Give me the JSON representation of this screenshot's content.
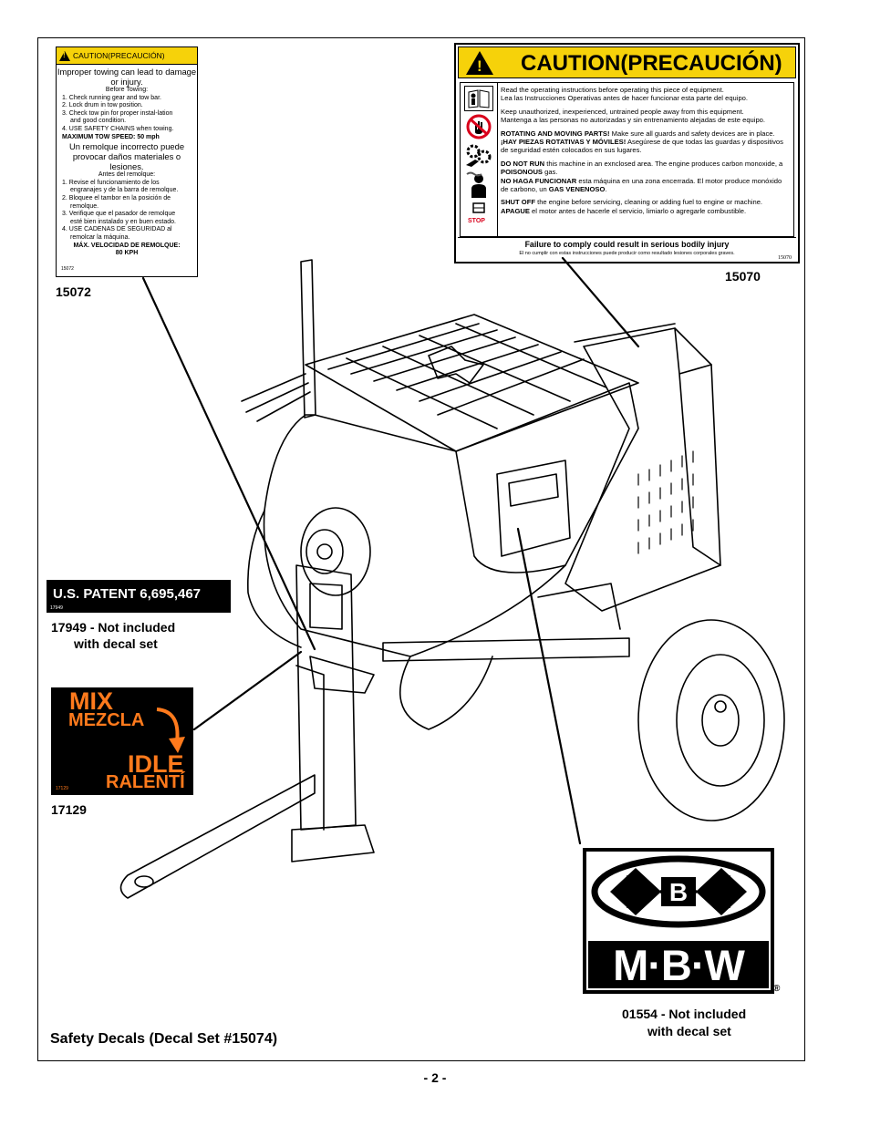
{
  "decal_15072": {
    "header": "CAUTION(PRECAUCIÓN)",
    "en_title": "Improper towing can lead to damage or injury.",
    "en_before": "Before Towing:",
    "en_items": [
      "1. Check running gear and tow bar.",
      "2. Lock drum in tow position.",
      "3. Check tow pin for proper instal-lation",
      "and good condition.",
      "4. USE SAFETY CHAINS when towing."
    ],
    "en_max": "MAXIMUM TOW SPEED: 50 mph",
    "es_title": "Un remolque incorrecto puede provocar daños materiales o lesiones.",
    "es_before": "Antes del remolque:",
    "es_items": [
      "1. Revise el funcionamiento de los",
      "engranajes y de la barra de remolque.",
      "2. Bloquee el tambor en la posición de",
      "remolque.",
      "3. Verifique que el pasador de remolque",
      "esté bien instalado y en buen estado.",
      "4. USE CADENAS DE SEGURIDAD al",
      "remolcar la máquina."
    ],
    "es_max": "MÁX. VELOCIDAD DE REMOLQUE:",
    "es_speed": "80 KPH",
    "number": "15072"
  },
  "label_15072": "15072",
  "decal_15070": {
    "header": "CAUTION(PRECAUCIÓN)",
    "p1_en": "Read the operating instructions before operating this piece of equipment.",
    "p1_es": "Lea las Instrucciones Operativas antes de hacer funcionar esta parte del equipo.",
    "p2_en": "Keep unauthorized, inexperienced, untrained people away from this equipment.",
    "p2_es": "Mantenga a las personas no autorizadas y sin entrenamiento alejadas de este equipo.",
    "p3_b": "ROTATING AND MOVING PARTS!",
    "p3_en": " Make sure all guards and safety devices are in place.",
    "p3_es_b": "¡HAY PIEZAS ROTATIVAS Y MÓVILES!",
    "p3_es": " Asegúrese de que todas las guardas y dispositivos de seguridad estén colocados en sus lugares.",
    "p4_b": "DO NOT RUN",
    "p4_en": " this machine in an exnclosed area. The engine produces carbon monoxide, a ",
    "p4_b2": "POISONOUS",
    "p4_en2": " gas.",
    "p4_es_b": "NO HAGA FUNCIONAR",
    "p4_es": " esta máquina en una zona encerrada. El motor produce monóxido de carbono, un ",
    "p4_es_b2": "GAS VENENOSO",
    "p4_es2": ".",
    "p5_b": "SHUT OFF",
    "p5_en": " the engine before servicing, cleaning or adding fuel to engine or machine.",
    "p5_es_b": "APAGUE",
    "p5_es": " el motor antes de hacerle el servicio, limiarlo o agregarle combustible.",
    "footer_en": "Failure to comply could result in serious bodily injury",
    "footer_es": "El no cumplir con estas instrucciones puede producir como resultado lesiones corporales graves.",
    "stop": "STOP",
    "number": "15070"
  },
  "label_15070": "15070",
  "patent": {
    "text": "U.S. PATENT 6,695,467",
    "number": "17949"
  },
  "label_17949_a": "17949 - Not included",
  "label_17949_b": "with decal set",
  "mix": {
    "mix": "MIX",
    "mezcla": "MEZCLA",
    "idle": "IDLE",
    "ralenti": "RALENTÍ",
    "number": "17129"
  },
  "label_17129": "17129",
  "logo": {
    "letter": "B",
    "brand": "M·B·W",
    "reg": "®"
  },
  "label_01554_a": "01554 - Not included",
  "label_01554_b": "with decal set",
  "caption": "Safety Decals (Decal Set #15074)",
  "page_number": "- 2 -",
  "colors": {
    "caution_yellow": "#f6d20a",
    "mix_orange": "#ff7a1c",
    "stop_red": "#d9001b"
  }
}
